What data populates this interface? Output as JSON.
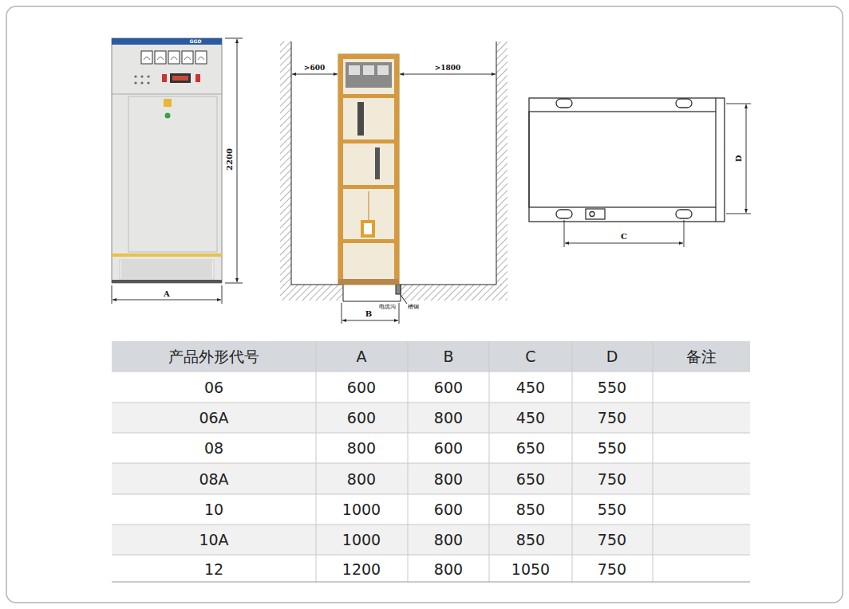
{
  "diagram": {
    "labels": [
      "GGD",
      "2200",
      "A",
      ">600",
      ">1800",
      "电缆沟",
      "槽钢",
      "B",
      "D",
      "C",
      "产品外形代号",
      "A",
      "B",
      "C",
      "D",
      "备注",
      "06",
      "600",
      "600",
      "450",
      "550",
      "06A",
      "600",
      "800",
      "450",
      "750",
      "08",
      "800",
      "600",
      "650",
      "550",
      "08A",
      "800",
      "800",
      "650",
      "750",
      "10",
      "1000",
      "600",
      "850",
      "550",
      "10A",
      "1000",
      "800",
      "850",
      "750",
      "12",
      "1200",
      "800",
      "1050",
      "750"
    ]
  }
}
